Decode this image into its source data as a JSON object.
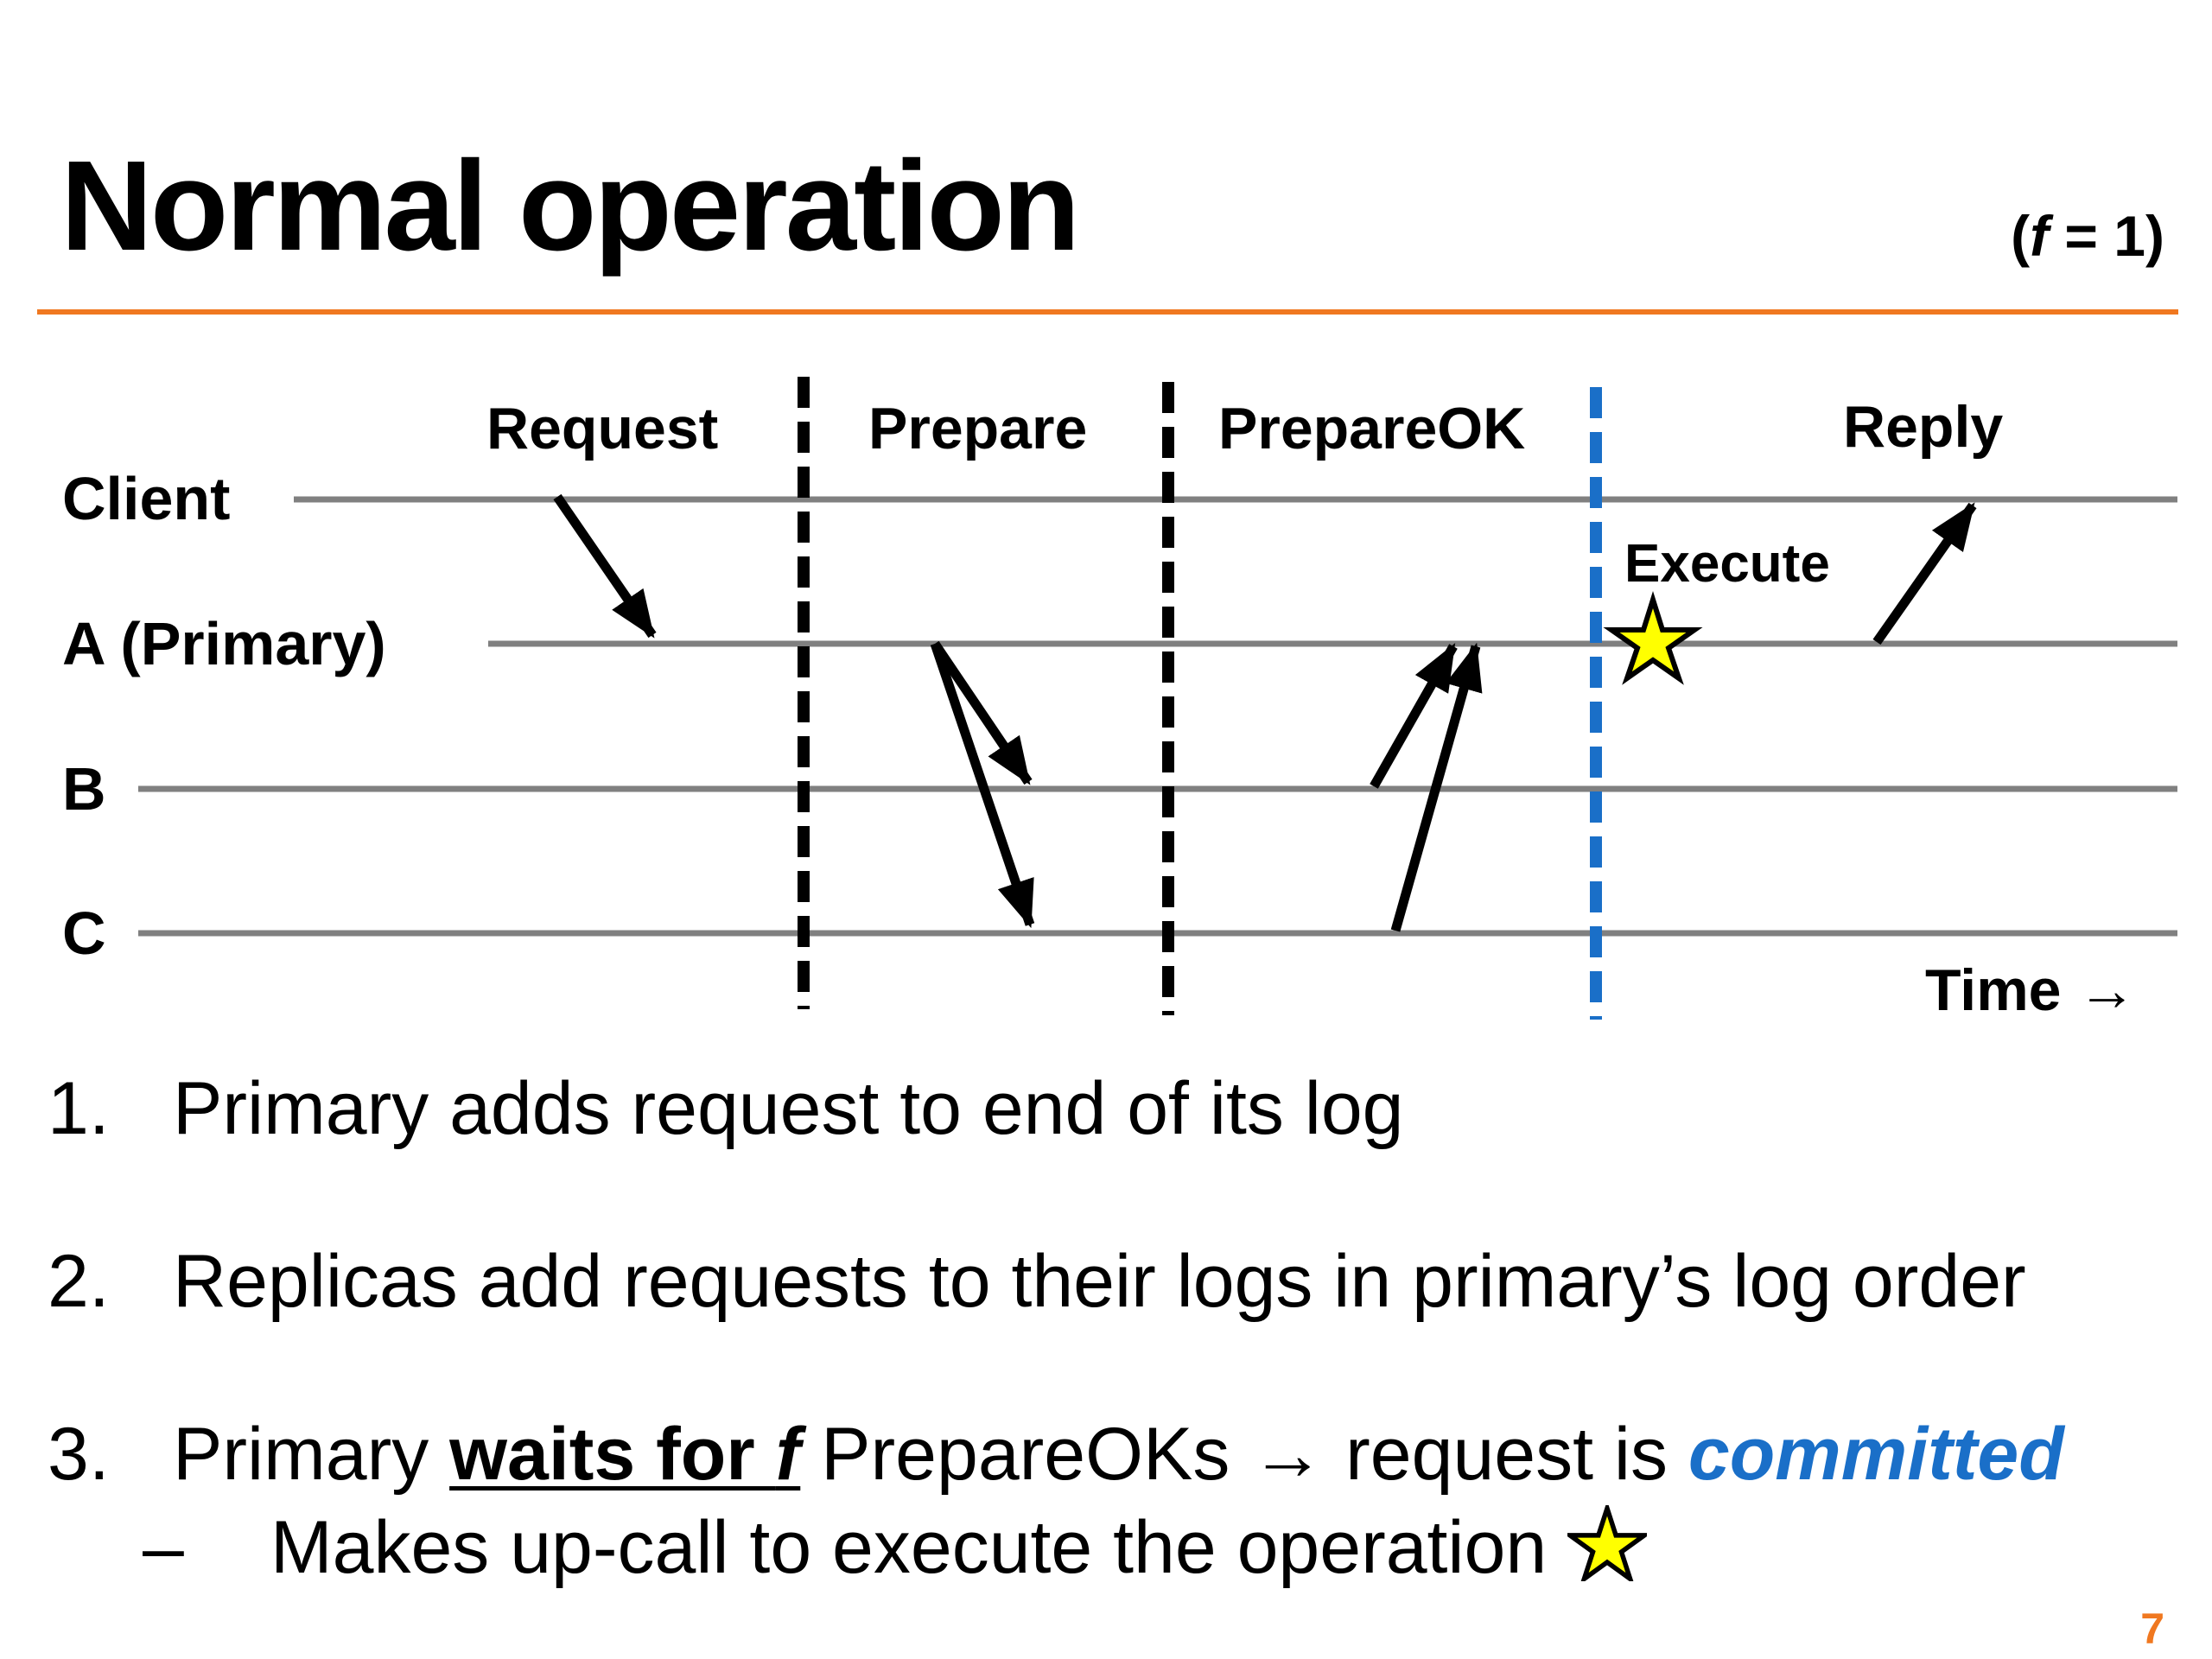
{
  "slide": {
    "title": "Normal operation",
    "subtitle": {
      "open": "(",
      "var": "f",
      "rest": " = 1)"
    },
    "page_number": "7"
  },
  "colors": {
    "accent_rule": "#f07820",
    "commit_blue": "#1a6fc8",
    "line_gray": "#808080",
    "star_fill": "#ffff00"
  },
  "diagram": {
    "lanes": [
      {
        "id": "client",
        "label": "Client"
      },
      {
        "id": "primary",
        "label": "A (Primary)"
      },
      {
        "id": "b",
        "label": "B"
      },
      {
        "id": "c",
        "label": "C"
      }
    ],
    "phases": [
      "Request",
      "Prepare",
      "PrepareOK",
      "Reply"
    ],
    "messages": [
      {
        "phase": "Request",
        "from": "Client",
        "to": "A (Primary)"
      },
      {
        "phase": "Prepare",
        "from": "A (Primary)",
        "to": "B"
      },
      {
        "phase": "Prepare",
        "from": "A (Primary)",
        "to": "C"
      },
      {
        "phase": "PrepareOK",
        "from": "B",
        "to": "A (Primary)"
      },
      {
        "phase": "PrepareOK",
        "from": "C",
        "to": "A (Primary)"
      },
      {
        "phase": "Reply",
        "from": "A (Primary)",
        "to": "Client"
      }
    ],
    "execute_label": "Execute",
    "execute_icon": "star-icon",
    "time_label": "Time",
    "time_arrow": "→"
  },
  "points": [
    {
      "num": "1.",
      "text": "Primary adds request to end of its log"
    },
    {
      "num": "2.",
      "text": "Replicas add requests to their logs in primary’s log order"
    },
    {
      "num": "3.",
      "pre": "Primary ",
      "under": "waits for ",
      "under_var": "f",
      "mid": " PrepareOKs → request is ",
      "committed": "committed"
    },
    {
      "dash": "–",
      "text": "Makes up-call to execute the operation"
    }
  ]
}
